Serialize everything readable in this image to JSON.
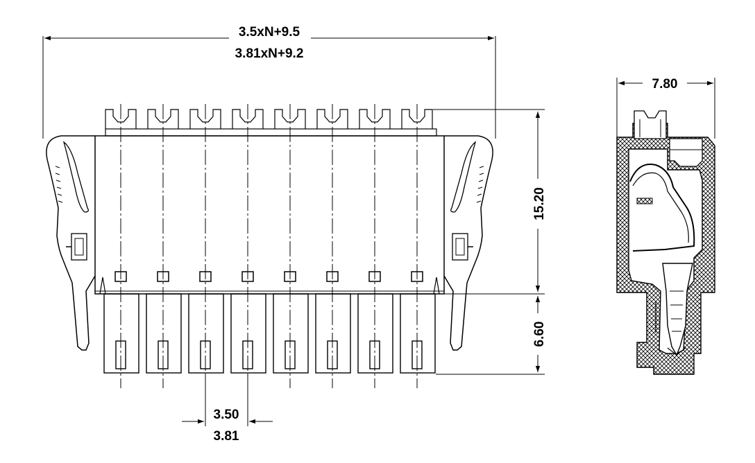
{
  "dimensions": {
    "overall_width_a": "3.5xN+9.5",
    "overall_width_b": "3.81xN+9.2",
    "side_width": "7.80",
    "body_height": "15.20",
    "pin_length": "6.60",
    "pitch_a": "3.50",
    "pitch_b": "3.81"
  },
  "drawing": {
    "pin_count": 8,
    "line_color": "#000000",
    "hatch_color": "#000000"
  }
}
